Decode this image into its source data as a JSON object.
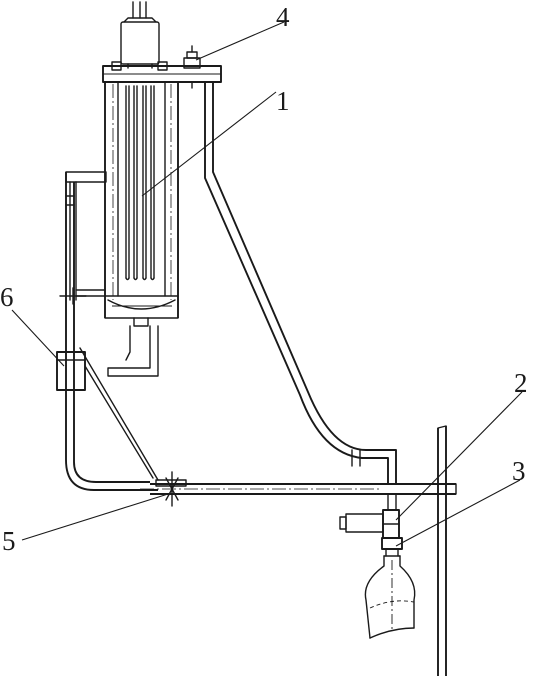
{
  "labels": [
    {
      "id": "1",
      "text": "1"
    },
    {
      "id": "2",
      "text": "2"
    },
    {
      "id": "3",
      "text": "3"
    },
    {
      "id": "4",
      "text": "4"
    },
    {
      "id": "5",
      "text": "5"
    },
    {
      "id": "6",
      "text": "6"
    }
  ],
  "colors": {
    "ink": "#1a1a1a",
    "background": "#ffffff"
  }
}
